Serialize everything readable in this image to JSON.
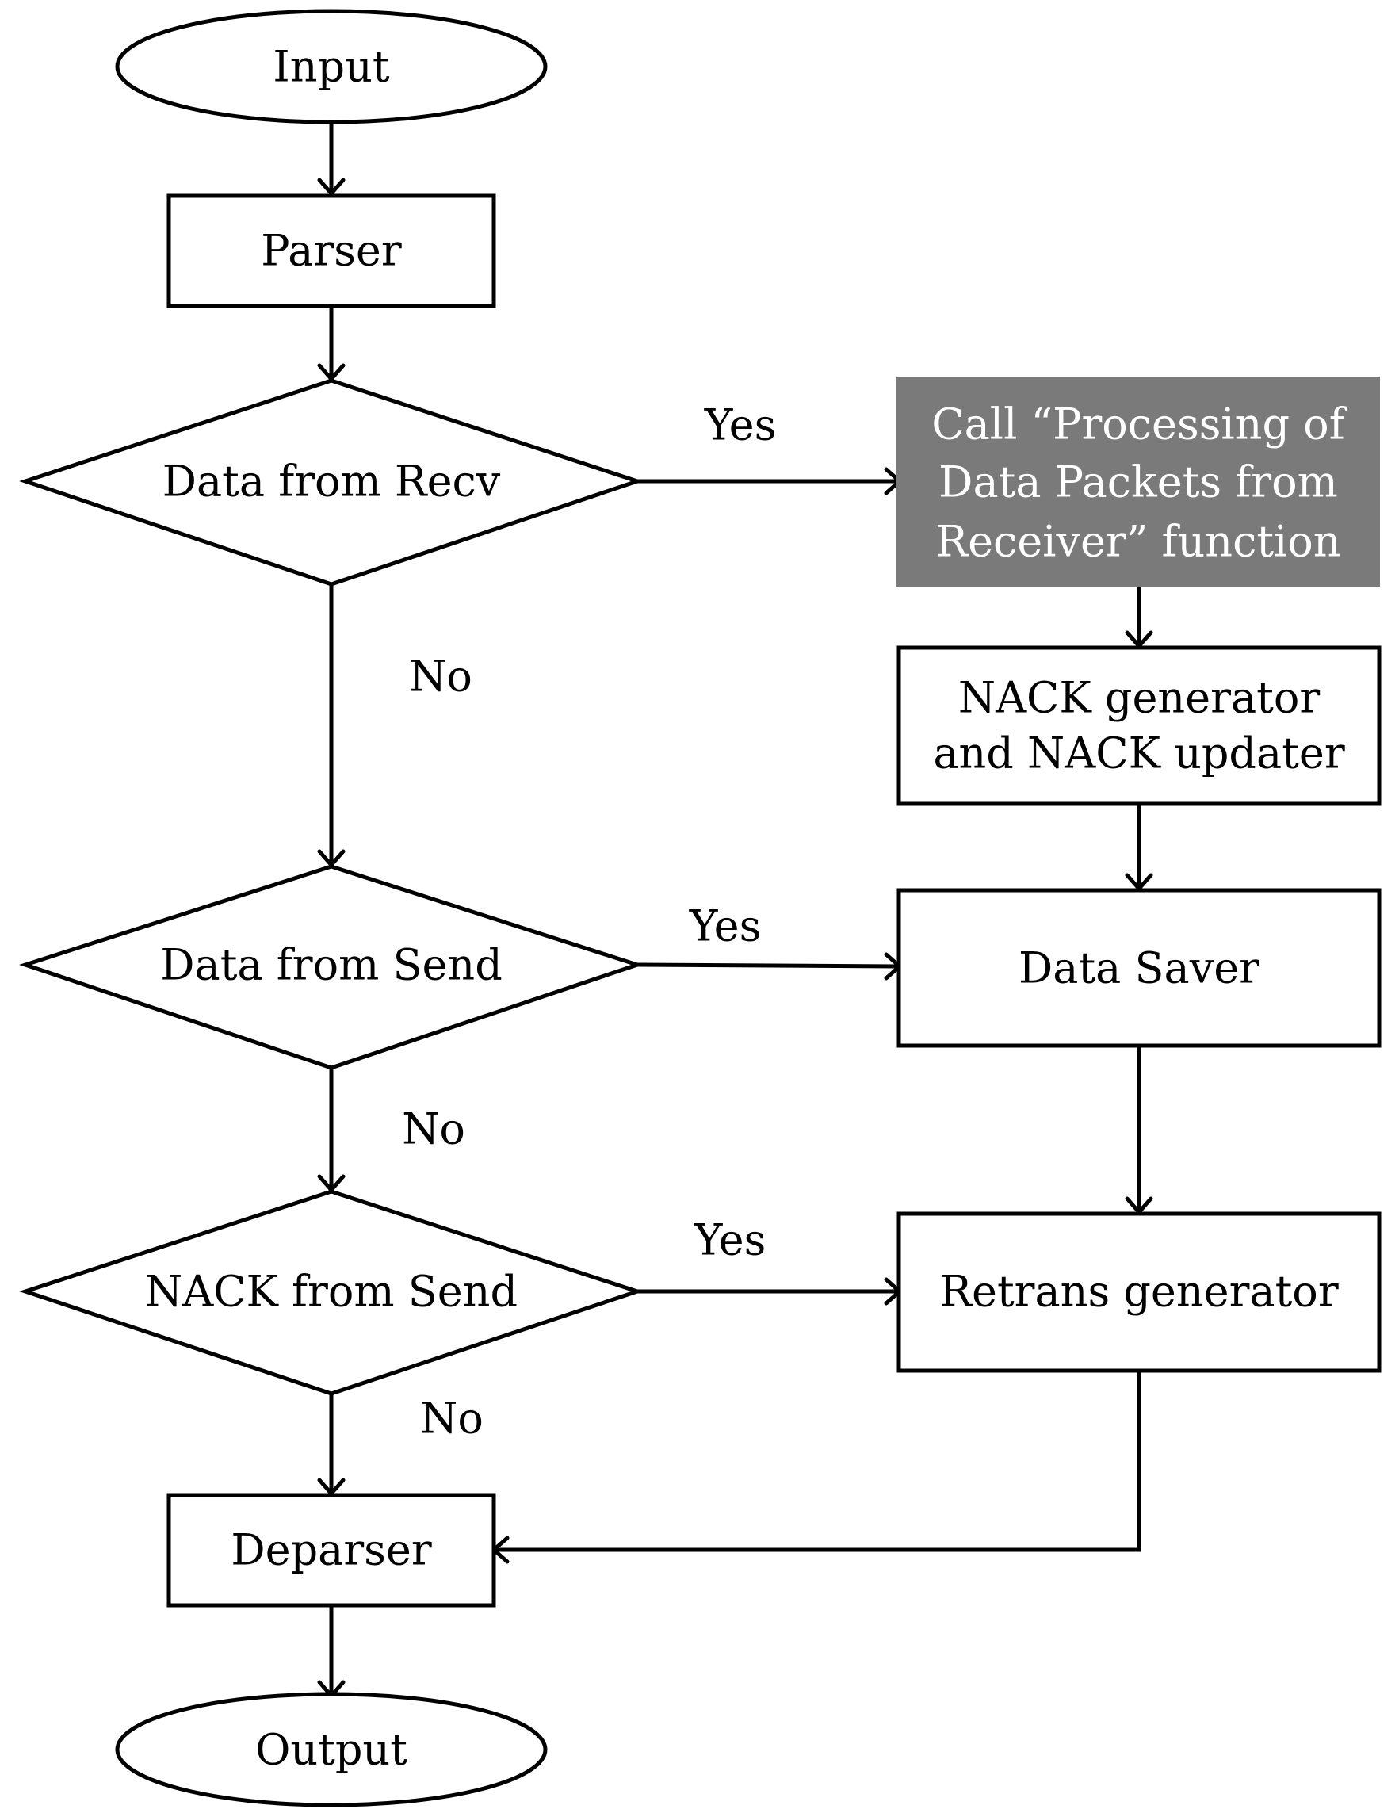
{
  "nodes": {
    "input": "Input",
    "parser": "Parser",
    "data_from_recv": "Data from Recv",
    "call_processing": [
      "Call “Processing of",
      "Data Packets from",
      "Receiver” function"
    ],
    "nack_generator": [
      "NACK generator",
      "and NACK updater"
    ],
    "data_from_send": "Data from Send",
    "data_saver": "Data Saver",
    "nack_from_send": "NACK from Send",
    "retrans_generator": "Retrans generator",
    "deparser": "Deparser",
    "output": "Output"
  },
  "edge_labels": {
    "recv_yes": "Yes",
    "recv_no": "No",
    "send_yes": "Yes",
    "send_no": "No",
    "nack_yes": "Yes",
    "nack_no": "No"
  },
  "colors": {
    "highlight_fill": "#7a7a7a",
    "highlight_text": "#ffffff",
    "stroke": "#000000"
  }
}
